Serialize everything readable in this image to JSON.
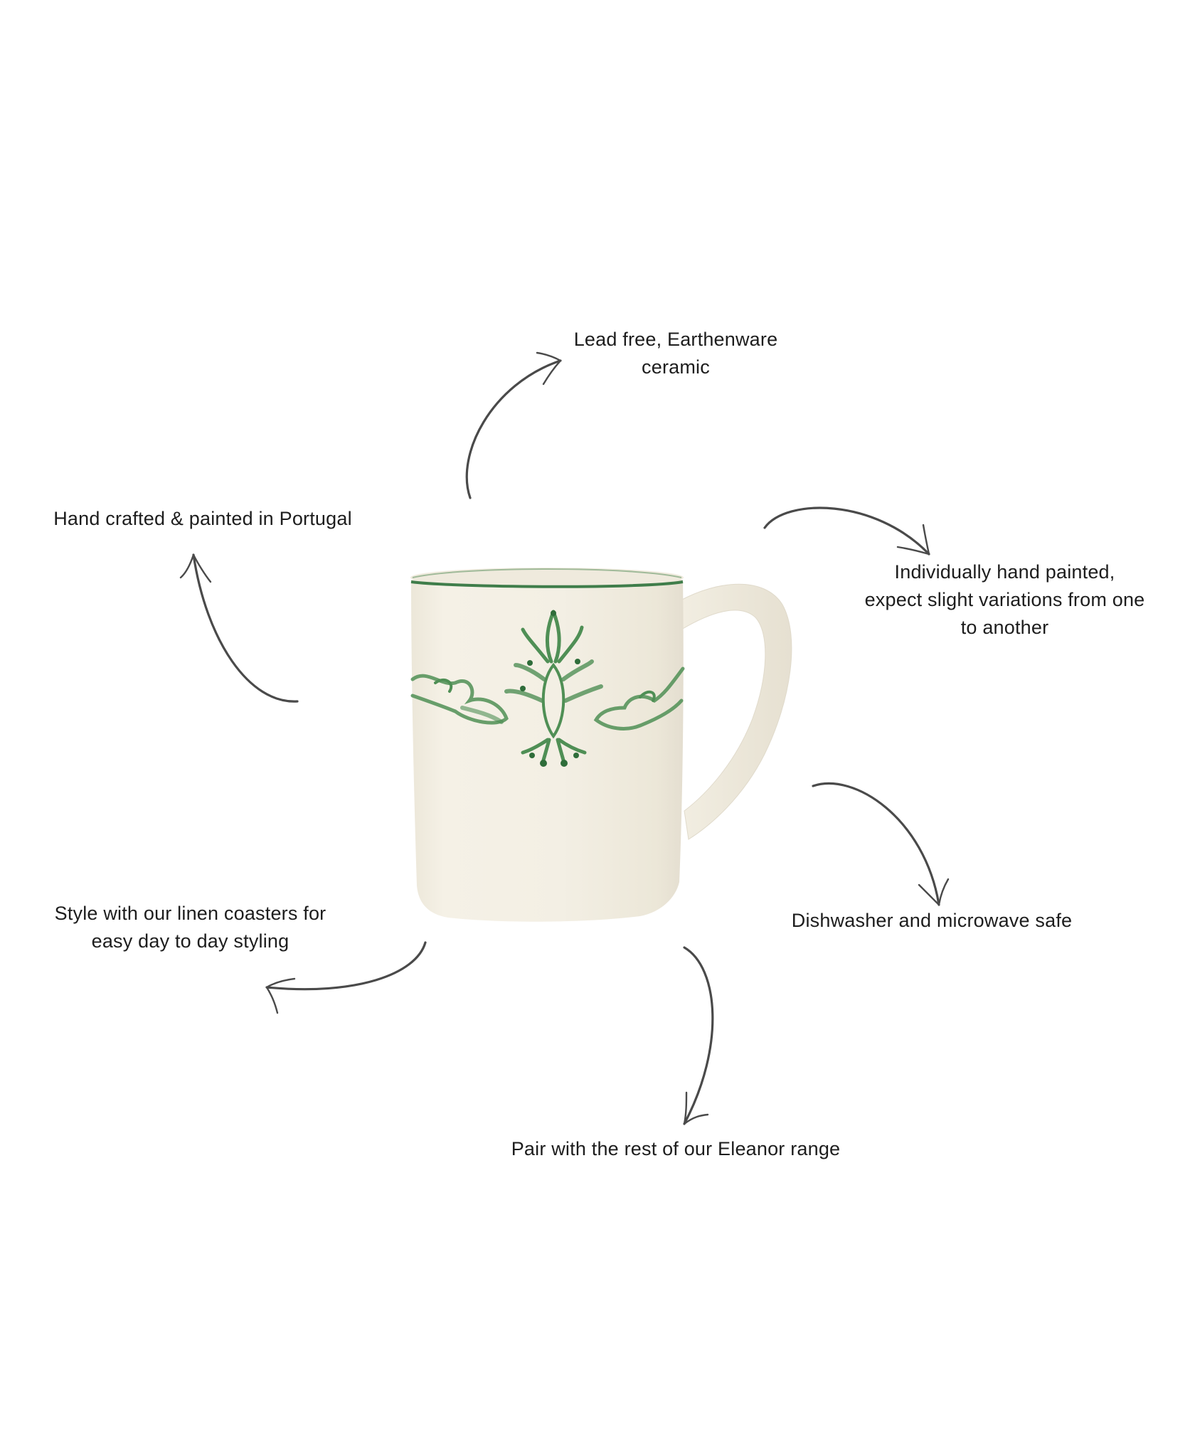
{
  "features": [
    {
      "id": "lead-free",
      "lines": [
        "Lead free, Earthenware",
        "ceramic"
      ]
    },
    {
      "id": "hand-crafted",
      "lines": [
        "Hand crafted & painted in Portugal"
      ]
    },
    {
      "id": "hand-painted",
      "lines": [
        "Individually hand painted,",
        "expect slight variations from one",
        "to another"
      ]
    },
    {
      "id": "dishwasher",
      "lines": [
        "Dishwasher and microwave safe"
      ]
    },
    {
      "id": "coasters",
      "lines": [
        "Style with our linen coasters for",
        "easy day to day styling"
      ]
    },
    {
      "id": "eleanor",
      "lines": [
        "Pair with the rest of our Eleanor range"
      ]
    }
  ],
  "product": {
    "name": "mug",
    "body_color": "#f3efe4",
    "pattern_color": "#4f8f55",
    "rim_color": "#3f7d4a"
  },
  "arrow_color": "#4a4a4a"
}
